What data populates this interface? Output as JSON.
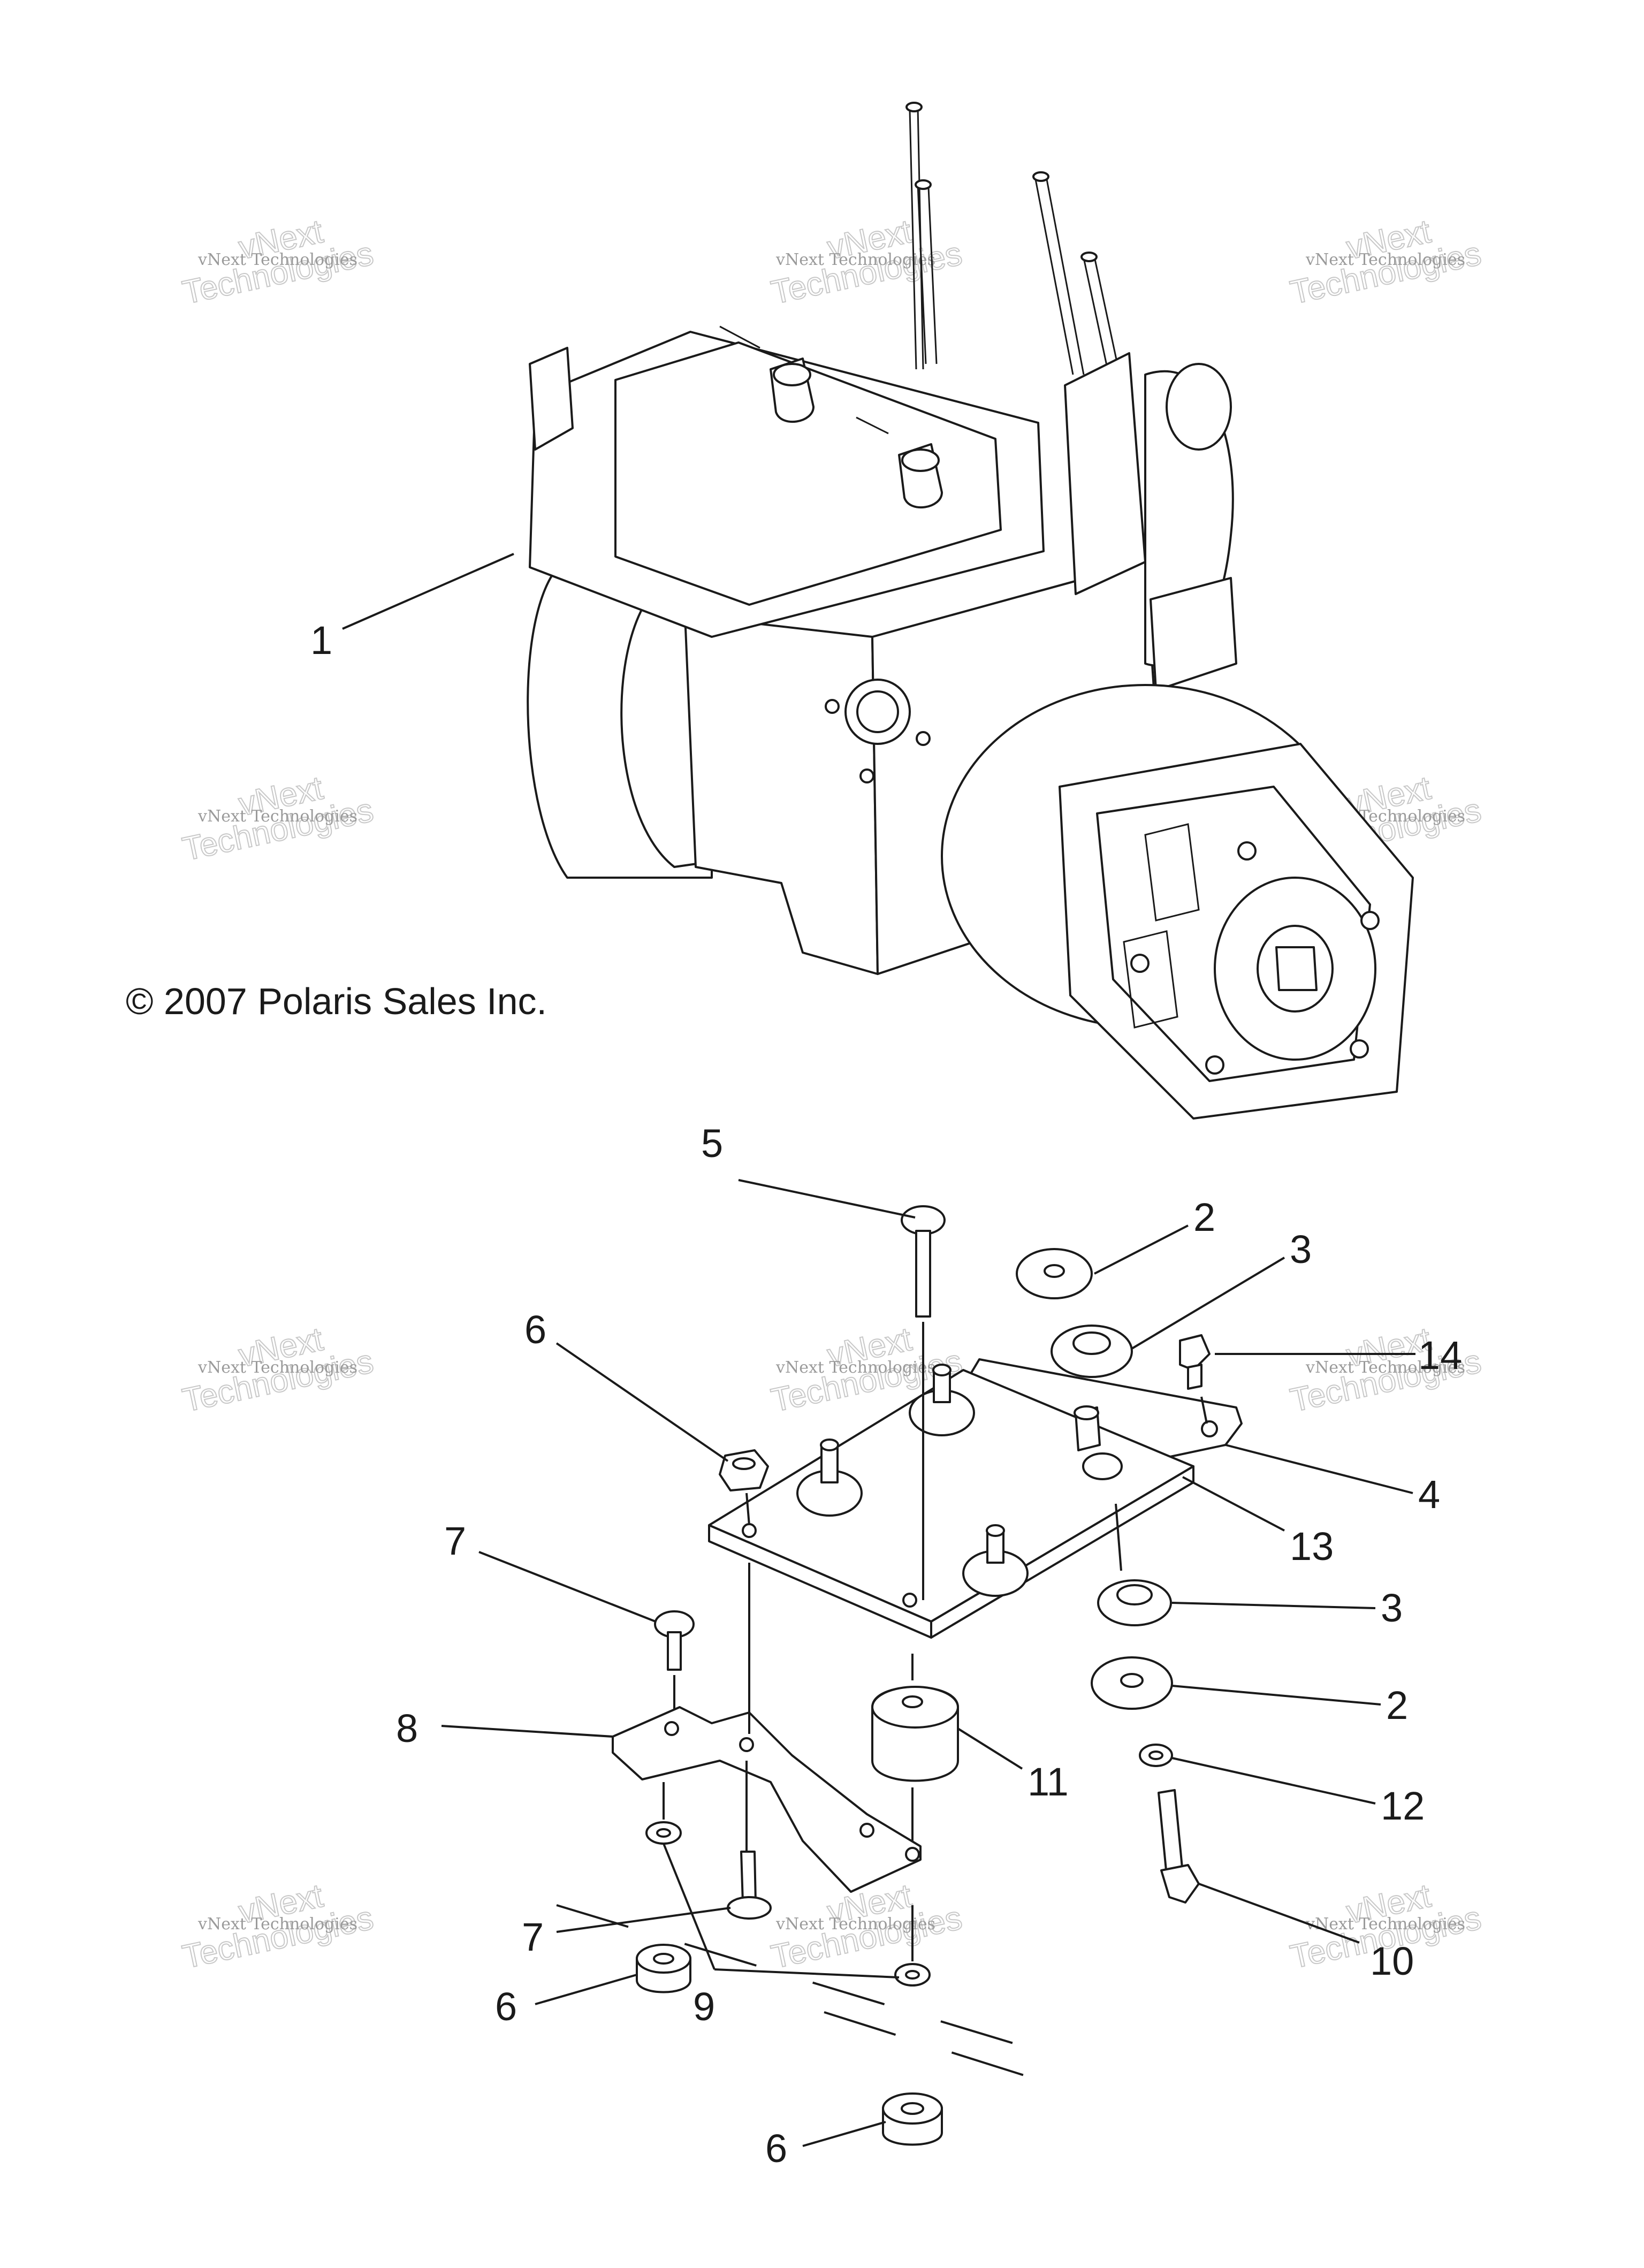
{
  "copyright": "© 2007 Polaris Sales Inc.",
  "watermark": {
    "line1": "vNext Technologies",
    "line2": "vNext",
    "line3": "Technologies"
  },
  "callouts": [
    {
      "id": "c1",
      "text": "1"
    },
    {
      "id": "c2a",
      "text": "2"
    },
    {
      "id": "c3a",
      "text": "3"
    },
    {
      "id": "c14",
      "text": "14"
    },
    {
      "id": "c4",
      "text": "4"
    },
    {
      "id": "c13",
      "text": "13"
    },
    {
      "id": "c3b",
      "text": "3"
    },
    {
      "id": "c2b",
      "text": "2"
    },
    {
      "id": "c12",
      "text": "12"
    },
    {
      "id": "c10",
      "text": "10"
    },
    {
      "id": "c5",
      "text": "5"
    },
    {
      "id": "c6a",
      "text": "6"
    },
    {
      "id": "c7a",
      "text": "7"
    },
    {
      "id": "c8",
      "text": "8"
    },
    {
      "id": "c11",
      "text": "11"
    },
    {
      "id": "c7b",
      "text": "7"
    },
    {
      "id": "c6b",
      "text": "6"
    },
    {
      "id": "c9",
      "text": "9"
    },
    {
      "id": "c6c",
      "text": "6"
    }
  ],
  "colors": {
    "line": "#1a1a1a",
    "watermark": "#9a9a9a",
    "background": "#ffffff"
  },
  "icons": {
    "copyright": "copyright-symbol"
  }
}
